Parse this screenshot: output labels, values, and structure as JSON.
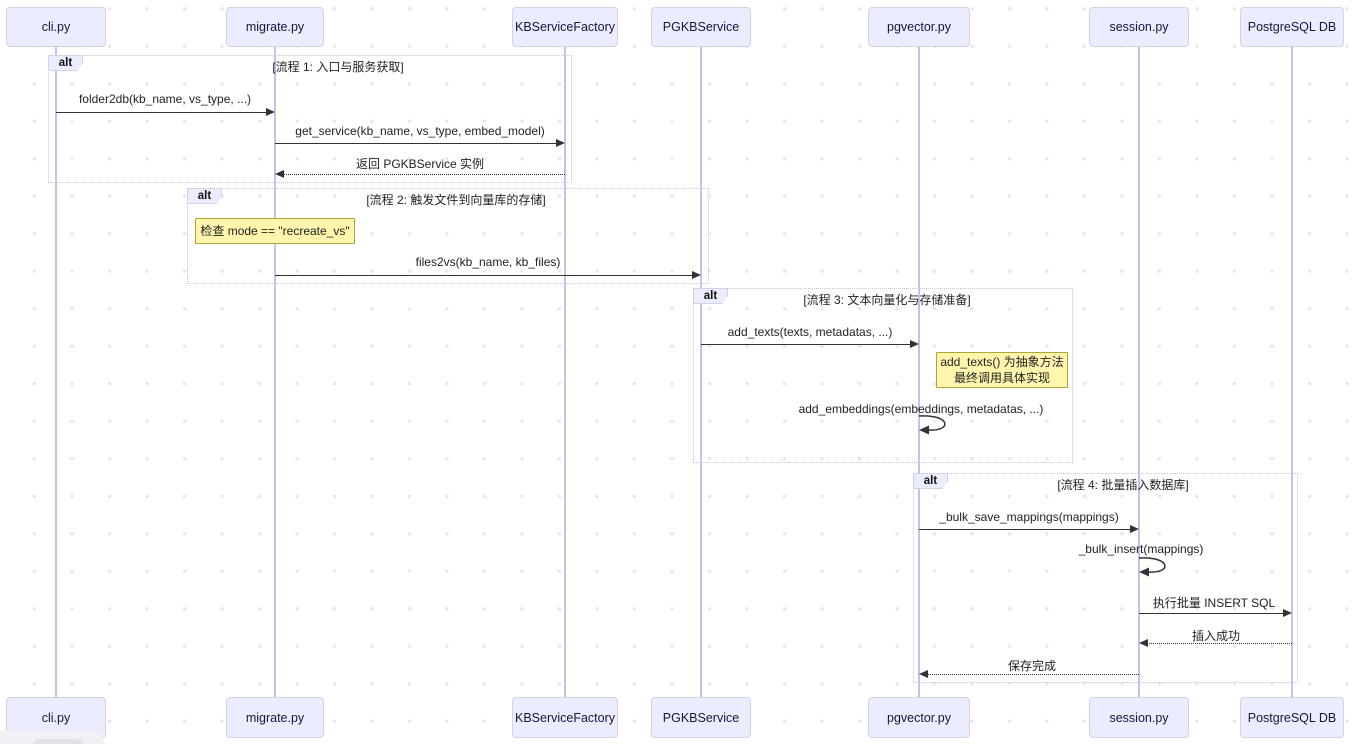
{
  "diagram": {
    "participants": [
      {
        "label": "cli.py"
      },
      {
        "label": "migrate.py"
      },
      {
        "label": "KBServiceFactory"
      },
      {
        "label": "PGKBService"
      },
      {
        "label": "pgvector.py"
      },
      {
        "label": "session.py"
      },
      {
        "label": "PostgreSQL DB"
      }
    ],
    "frames": [
      {
        "label": "alt",
        "condition": "[流程 1: 入口与服务获取]"
      },
      {
        "label": "alt",
        "condition": "[流程 2: 触发文件到向量库的存储]"
      },
      {
        "label": "alt",
        "condition": "[流程 3: 文本向量化与存储准备]"
      },
      {
        "label": "alt",
        "condition": "[流程 4: 批量插入数据库]"
      }
    ],
    "messages": [
      {
        "text": "folder2db(kb_name, vs_type, ...)",
        "from": "cli.py",
        "to": "migrate.py",
        "style": "solid"
      },
      {
        "text": "get_service(kb_name, vs_type, embed_model)",
        "from": "migrate.py",
        "to": "KBServiceFactory",
        "style": "solid"
      },
      {
        "text": "返回 PGKBService 实例",
        "from": "KBServiceFactory",
        "to": "migrate.py",
        "style": "dotted"
      },
      {
        "text": "files2vs(kb_name, kb_files)",
        "from": "migrate.py",
        "to": "PGKBService",
        "style": "solid"
      },
      {
        "text": "add_texts(texts, metadatas, ...)",
        "from": "PGKBService",
        "to": "pgvector.py",
        "style": "solid"
      },
      {
        "text": "add_embeddings(embeddings, metadatas, ...)",
        "from": "pgvector.py",
        "to": "pgvector.py",
        "style": "self"
      },
      {
        "text": "_bulk_save_mappings(mappings)",
        "from": "pgvector.py",
        "to": "session.py",
        "style": "solid"
      },
      {
        "text": "_bulk_insert(mappings)",
        "from": "session.py",
        "to": "session.py",
        "style": "self"
      },
      {
        "text": "执行批量 INSERT SQL",
        "from": "session.py",
        "to": "PostgreSQL DB",
        "style": "solid"
      },
      {
        "text": "插入成功",
        "from": "PostgreSQL DB",
        "to": "session.py",
        "style": "dotted"
      },
      {
        "text": "保存完成",
        "from": "session.py",
        "to": "pgvector.py",
        "style": "dotted"
      }
    ],
    "notes": [
      {
        "text": "检查 mode == \"recreate_vs\""
      },
      {
        "line1": "add_texts() 为抽象方法",
        "line2": "最终调用具体实现"
      }
    ],
    "colors": {
      "participant_fill": "#ececff",
      "participant_border": "#d3d3e8",
      "lifeline": "#c7c1ea",
      "frame_border": "#c6c6de",
      "note_fill": "#fff5ad",
      "note_border": "#a8a832",
      "arrow": "#333333"
    }
  }
}
